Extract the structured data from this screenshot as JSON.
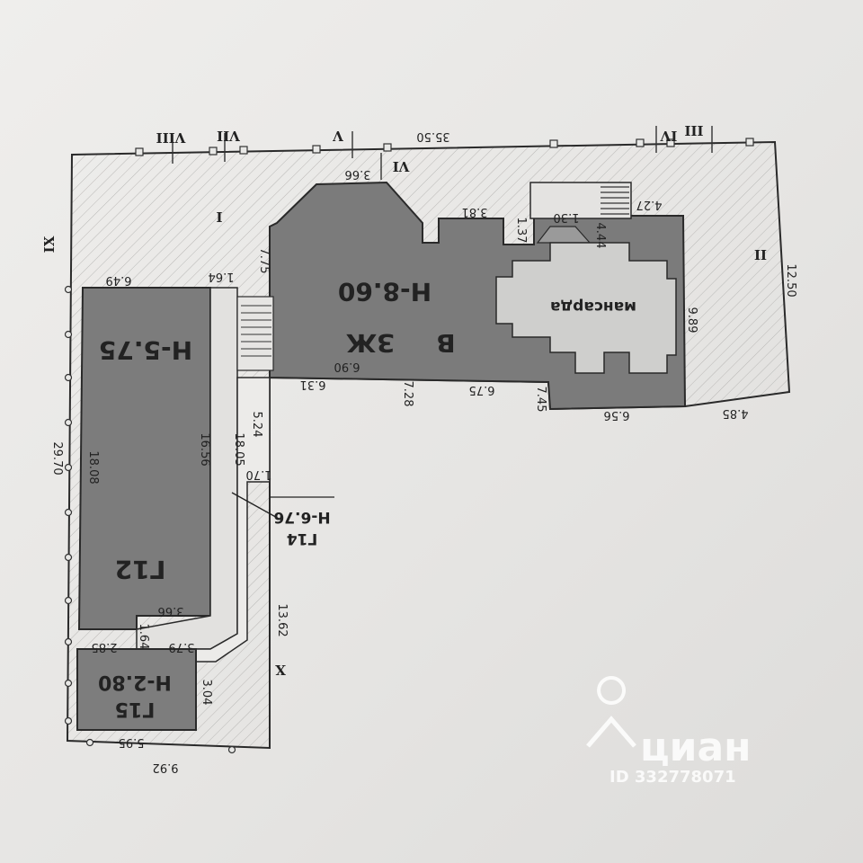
{
  "plan": {
    "main_building": {
      "label_letter": "В",
      "label_type": "ЗЖ",
      "height": "Н-8.60",
      "attic": "мансарда"
    },
    "g12": {
      "name": "Г12",
      "height": "Н-5.75"
    },
    "g14": {
      "name": "Г14",
      "height": "Н-6.76"
    },
    "g15": {
      "name": "Г15",
      "height": "Н-2.80"
    },
    "zone_label": "I",
    "roman": {
      "r8": "VIII",
      "r7": "VII",
      "r5": "V",
      "r6": "VI",
      "r4": "IV",
      "r3": "III",
      "r2": "II",
      "r9": "IX",
      "r10": "X"
    },
    "dims": {
      "top_total": "35.50",
      "top_left": "3.66",
      "d381": "3.81",
      "d137": "1.37",
      "d130": "1.30",
      "d444": "4.44",
      "d427": "4.27",
      "right_outer": "12.50",
      "right_bldg": "9.89",
      "d485": "4.85",
      "d656": "6.56",
      "d745": "7.45",
      "d675": "6.75",
      "d728": "7.28",
      "d631": "6.31",
      "d690": "6.90",
      "d775": "7.75",
      "d164": "1.64",
      "d649": "6.49",
      "left_total": "29.70",
      "g12_left": "18.08",
      "g12_right": "16.56",
      "d524": "5.24",
      "d1805": "18.05",
      "d170": "1.70",
      "d366b": "3.66",
      "d164b": "1.64",
      "d379": "3.79",
      "d285": "2.85",
      "d304": "3.04",
      "d1362": "13.62",
      "d595": "5.95",
      "d992": "9.92"
    }
  },
  "watermark": {
    "brand": "циан",
    "id": "ID 332778071"
  }
}
